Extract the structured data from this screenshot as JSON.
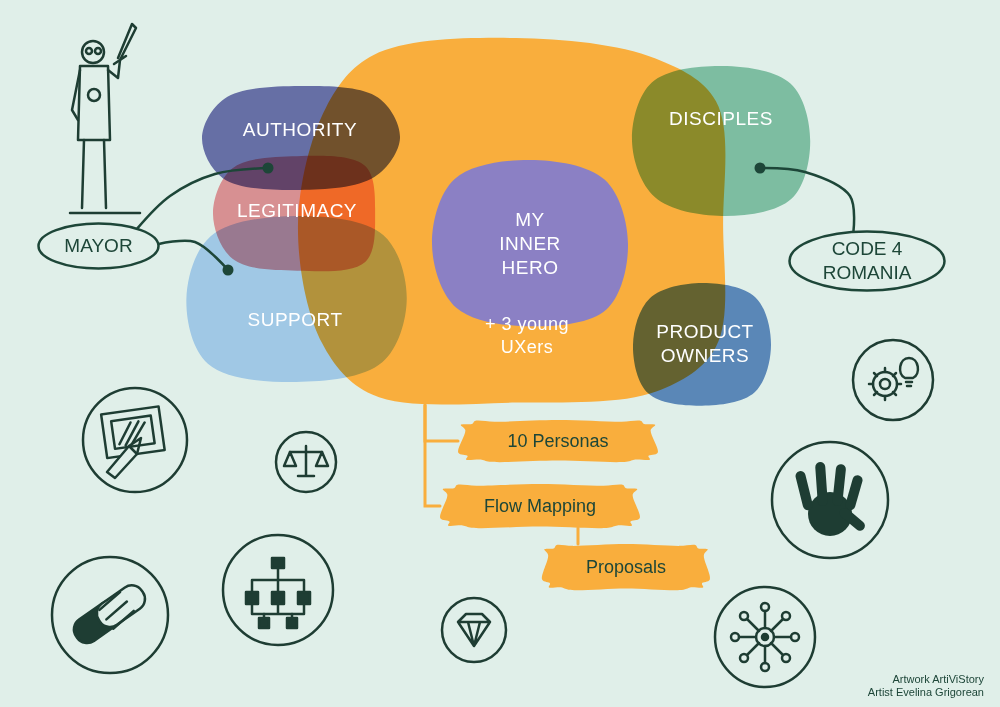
{
  "diagram": {
    "nodes": [
      {
        "text": [
          "AUTHORITY"
        ]
      },
      {
        "text": [
          "DISCIPLES"
        ]
      },
      {
        "text": [
          "LEGITIMACY"
        ]
      },
      {
        "text": [
          "+ 3 young UXers"
        ]
      },
      {
        "text": [
          "MY INNER HERO"
        ],
        "in": 3
      },
      {
        "text": [
          "MAYOR"
        ]
      },
      {
        "text": [
          "CODE 4 ROMANIA"
        ]
      },
      {
        "text": [
          "SUPPORT"
        ]
      },
      {
        "text": [
          "PRODUCT OWNERS"
        ]
      },
      {
        "text": [
          "10 Personas"
        ]
      },
      {
        "text": [
          "Flow Mapping"
        ]
      },
      {
        "text": [
          "Proposals"
        ]
      }
    ],
    "edges": [
      {
        "from": 5,
        "to": 0,
        "arrow": "none"
      },
      {
        "from": 5,
        "to": 7,
        "arrow": "none"
      },
      {
        "from": 6,
        "to": 1,
        "arrow": "none"
      },
      {
        "from": 3,
        "to": 9,
        "arrow": "none"
      },
      {
        "from": 3,
        "to": 10,
        "arrow": "none"
      },
      {
        "from": 10,
        "to": 11,
        "arrow": "none"
      }
    ],
    "labels": [
      "Artwork ArtiViStory",
      "Artist Evelina Grigorean"
    ]
  }
}
